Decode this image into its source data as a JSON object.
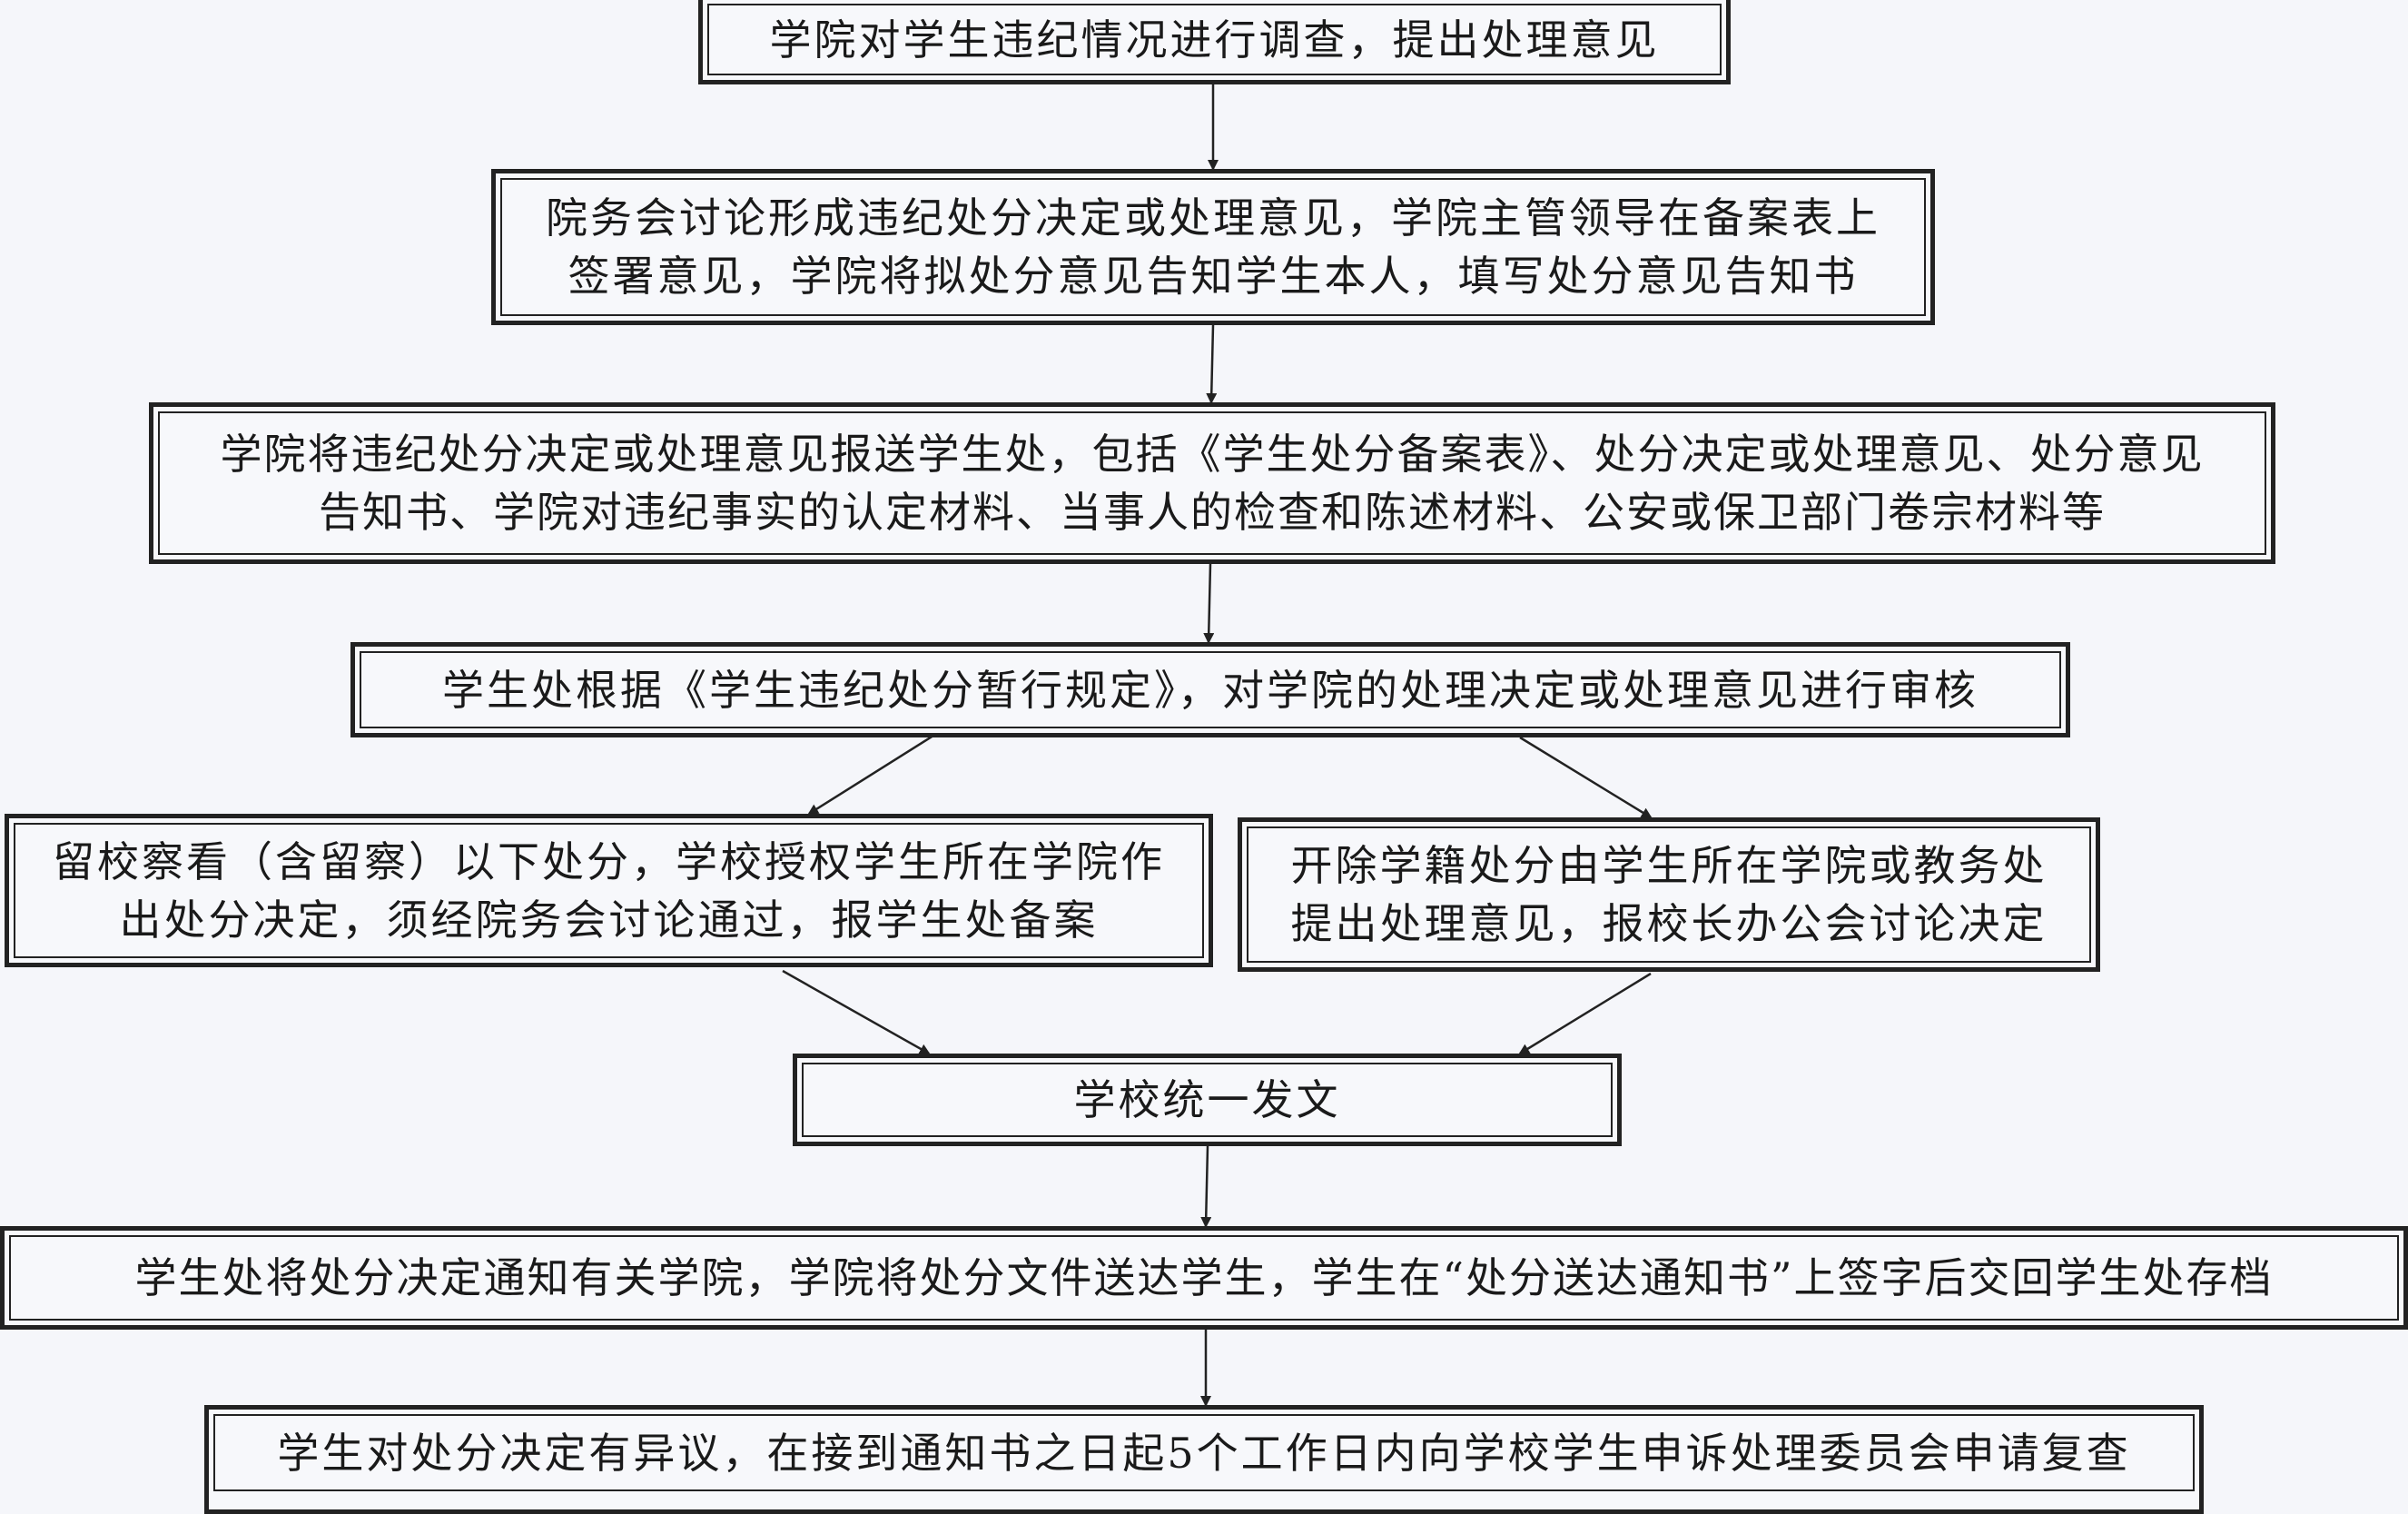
{
  "flowchart": {
    "steps": [
      {
        "lines": [
          "学院对学生违纪情况进行调查，提出处理意见"
        ]
      },
      {
        "lines": [
          "院务会讨论形成违纪处分决定或处理意见，学院主管领导在备案表上",
          "签署意见，学院将拟处分意见告知学生本人，填写处分意见告知书"
        ]
      },
      {
        "lines": [
          "学院将违纪处分决定或处理意见报送学生处，包括《学生处分备案表》、处分决定或处理意见、处分意见",
          "告知书、学院对违纪事实的认定材料、当事人的检查和陈述材料、公安或保卫部门卷宗材料等"
        ]
      },
      {
        "lines": [
          "学生处根据《学生违纪处分暂行规定》，对学院的处理决定或处理意见进行审核"
        ]
      },
      {
        "lines": [
          "留校察看（含留察）以下处分，学校授权学生所在学院作",
          "出处分决定，须经院务会讨论通过，报学生处备案"
        ]
      },
      {
        "lines": [
          "开除学籍处分由学生所在学院或教务处",
          "提出处理意见，报校长办公会讨论决定"
        ]
      },
      {
        "lines": [
          "学校统一发文"
        ]
      },
      {
        "lines": [
          "学生处将处分决定通知有关学院，学院将处分文件送达学生，学生在“处分送达通知书”上签字后交回学生处存档"
        ]
      },
      {
        "lines": [
          "学生对处分决定有异议，在接到通知书之日起5个工作日内向学校学生申诉处理委员会申请复查"
        ]
      }
    ]
  }
}
